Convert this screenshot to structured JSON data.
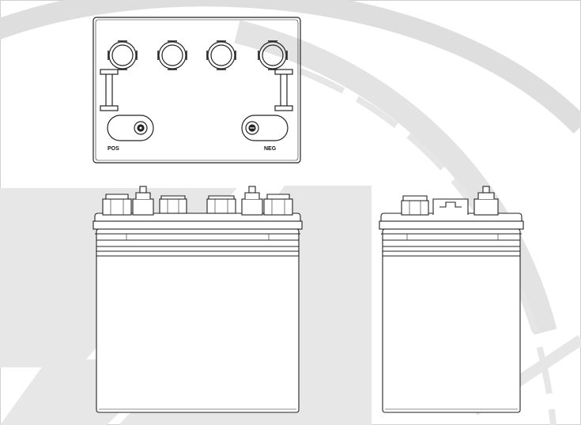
{
  "colors": {
    "background": "#ffffff",
    "outline": "#222222",
    "watermark": "#dcdcdc"
  },
  "watermark": {
    "icon": "stylized-logo-watermark"
  },
  "top_view": {
    "caps": [
      "vent-cap-1",
      "vent-cap-2",
      "vent-cap-3",
      "vent-cap-4"
    ],
    "positive_label": "POS",
    "negative_label": "NEG"
  }
}
